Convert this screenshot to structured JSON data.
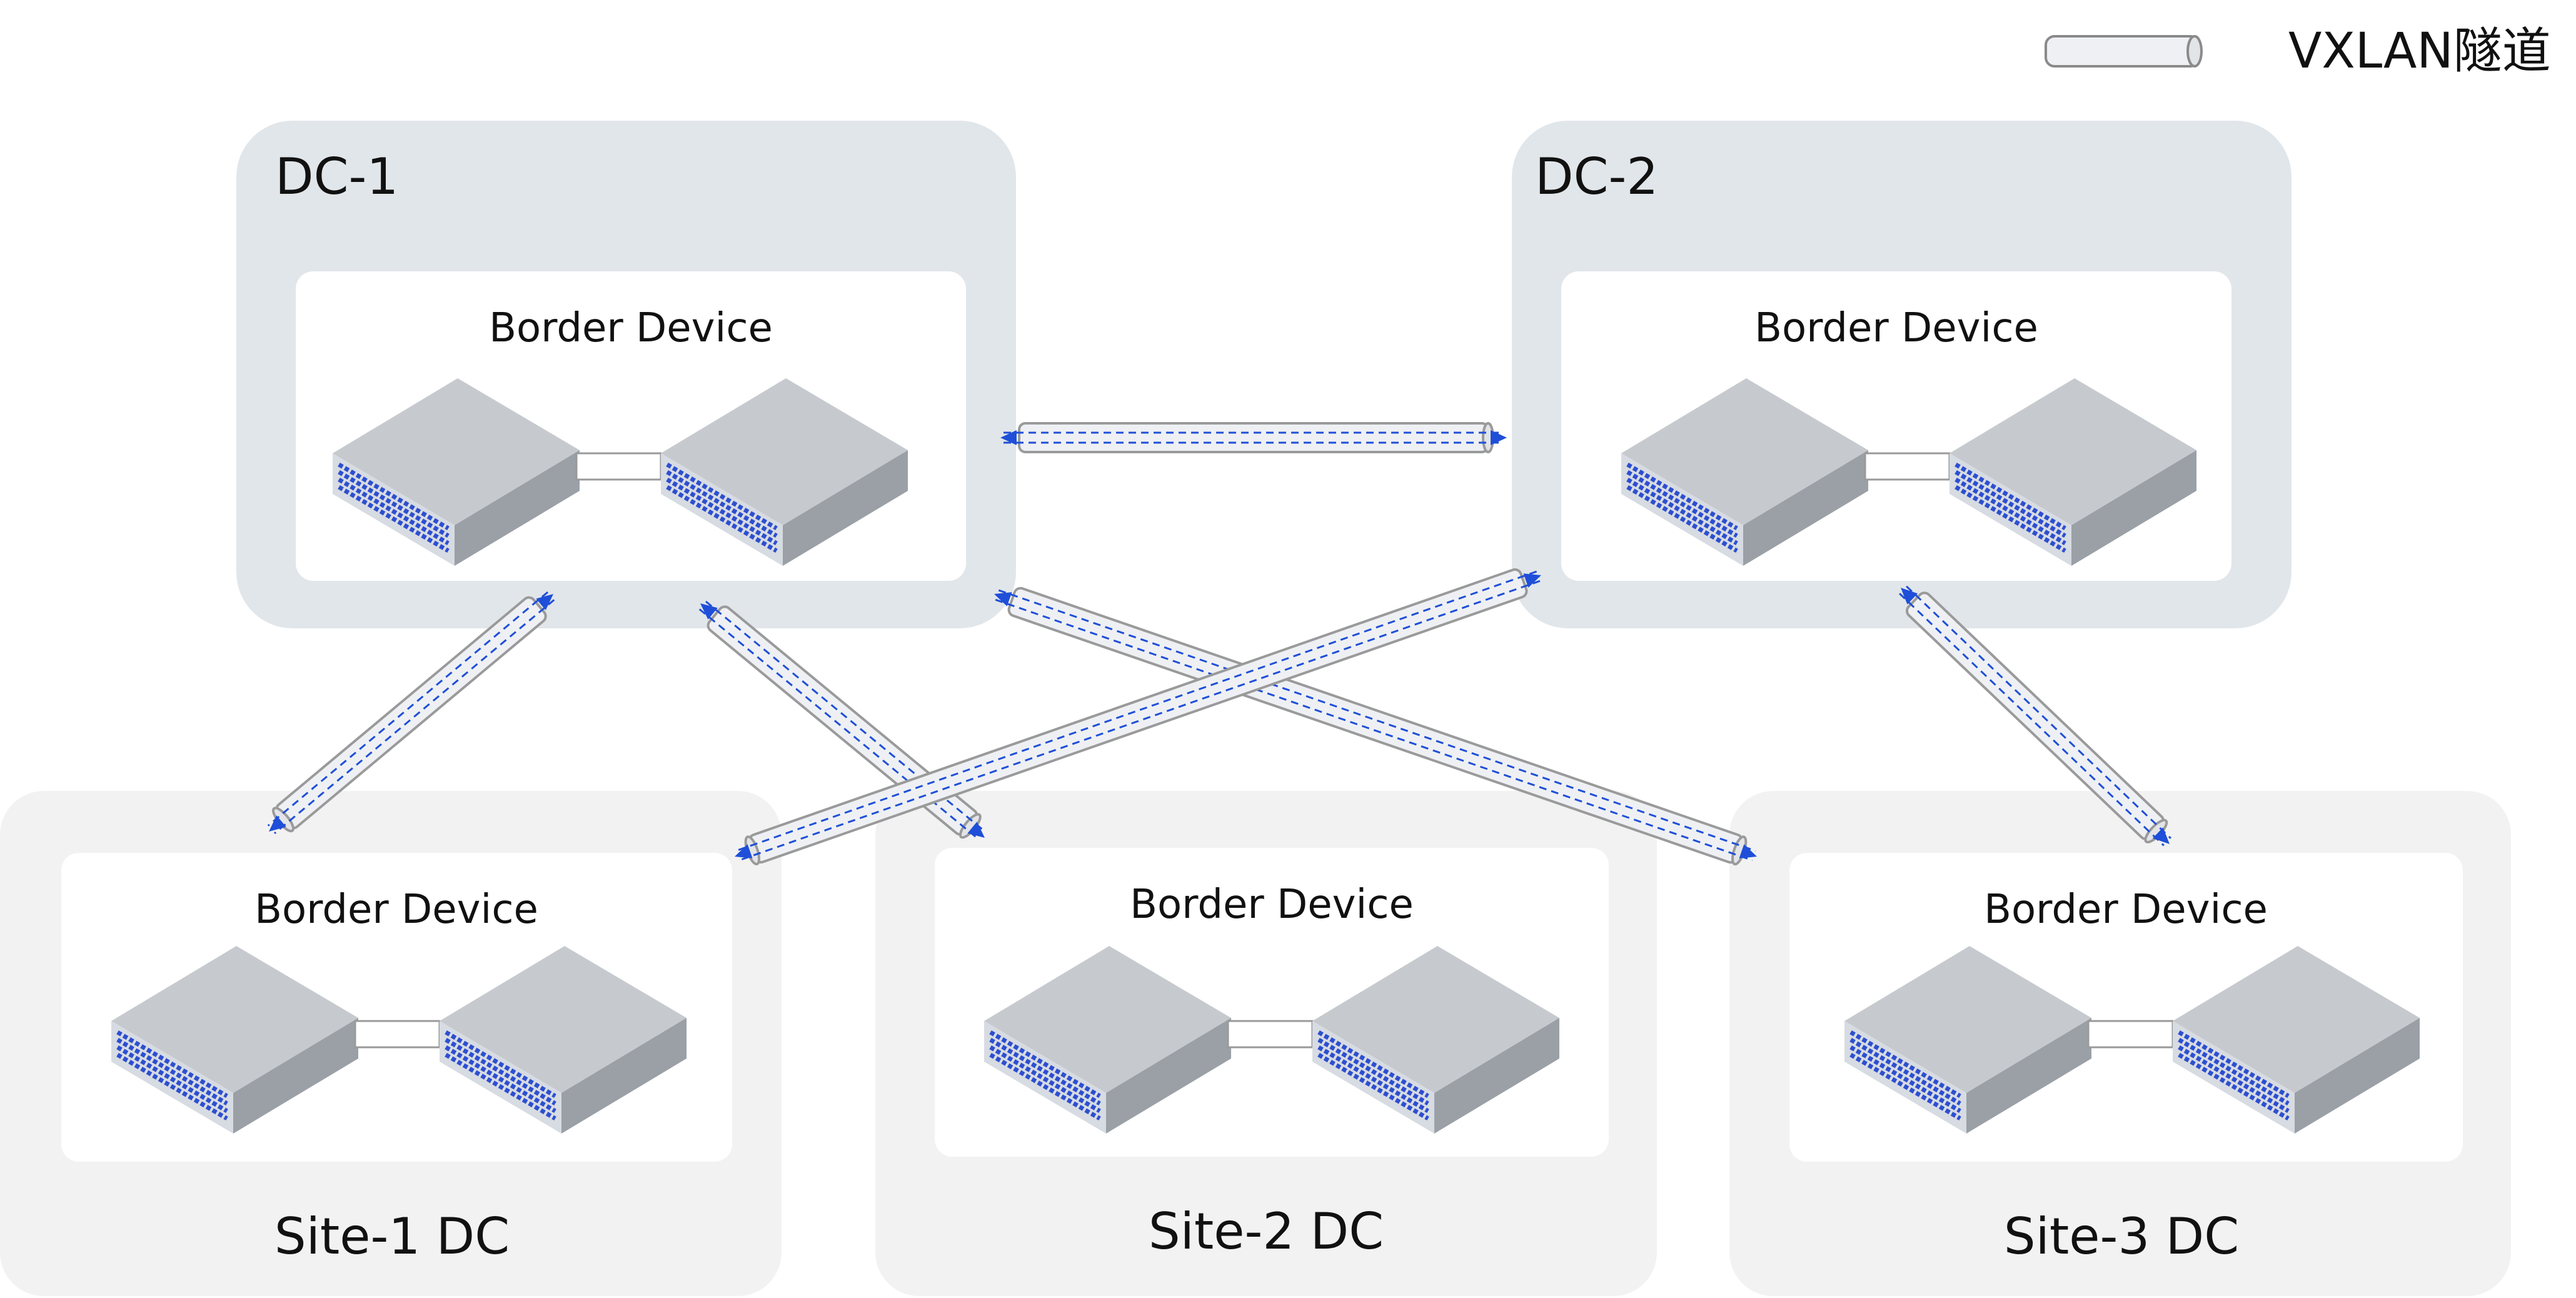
{
  "legend": {
    "label": "VXLAN隧道",
    "icon": "tunnel-icon"
  },
  "groups": [
    {
      "id": "dc-1",
      "title": "DC-1",
      "device_label": "Border Device"
    },
    {
      "id": "dc-2",
      "title": "DC-2",
      "device_label": "Border Device"
    },
    {
      "id": "site-1",
      "title": "Site-1 DC",
      "device_label": "Border Device"
    },
    {
      "id": "site-2",
      "title": "Site-2 DC",
      "device_label": "Border Device"
    },
    {
      "id": "site-3",
      "title": "Site-3 DC",
      "device_label": "Border Device"
    }
  ],
  "tunnels": [
    {
      "from": "DC-1",
      "to": "DC-2"
    },
    {
      "from": "DC-1",
      "to": "Site-1 DC"
    },
    {
      "from": "DC-1",
      "to": "Site-2 DC"
    },
    {
      "from": "DC-1",
      "to": "Site-3 DC"
    },
    {
      "from": "DC-2",
      "to": "Site-1 DC"
    },
    {
      "from": "DC-2",
      "to": "Site-3 DC"
    }
  ],
  "colors": {
    "dc_background": "#e1e6ea",
    "site_background": "#f2f2f2",
    "card_background": "#ffffff",
    "tunnel_fill": "#eef0f3",
    "tunnel_stroke": "#9a9a9a",
    "arrow": "#1f4fd8",
    "switch_top": "#c6cace",
    "switch_front": "#c5cbf2",
    "switch_side": "#9aa0a6"
  }
}
